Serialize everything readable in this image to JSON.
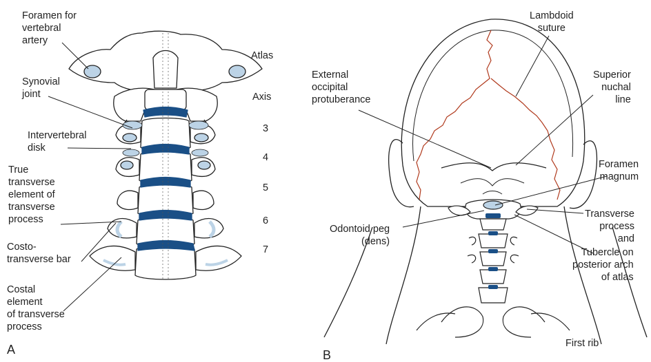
{
  "colors": {
    "ink": "#222222",
    "disk": "#1a4f86",
    "cartilage": "#bcd3e6",
    "suture": "#b0391c",
    "bone": "#ffffff"
  },
  "panel_a": {
    "letter": "A",
    "labels": {
      "foramen_vertebral_artery": "Foramen for\nvertebral\nartery",
      "synovial_joint": "Synovial\njoint",
      "intervertebral_disk": "Intervertebral\ndisk",
      "true_transverse_element": "True\ntransverse\nelement of\ntransverse\nprocess",
      "costotransverse_bar": "Costo-\ntransverse bar",
      "costal_element": "Costal\nelement\nof transverse\nprocess"
    },
    "levels": [
      "Atlas",
      "Axis",
      "3",
      "4",
      "5",
      "6",
      "7"
    ]
  },
  "panel_b": {
    "letter": "B",
    "labels": {
      "lambdoid_suture": "Lambdoid\nsuture",
      "external_occipital_protuberance": "External\noccipital\nprotuberance",
      "superior_nuchal_line": "Superior\nnuchal\nline",
      "foramen_magnum": "Foramen\nmagnum",
      "odontoid_peg": "Odontoid peg\n(dens)",
      "transverse_process": "Transverse\nprocess\nand",
      "tubercle_posterior_arch": "Tubercle on\nposterior arch\nof atlas",
      "first_rib": "First rib"
    }
  }
}
